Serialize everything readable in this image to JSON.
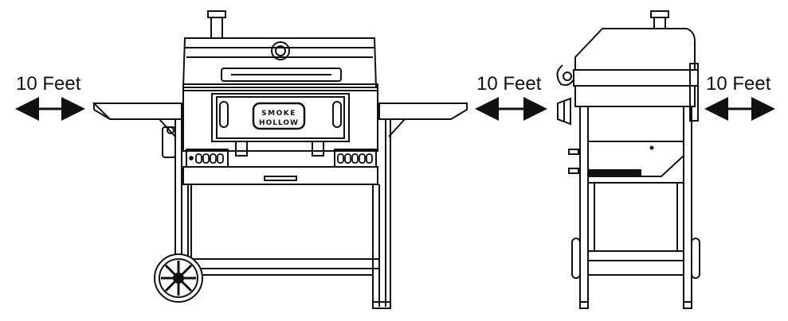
{
  "labels": {
    "left_clearance": "10 Feet",
    "middle_clearance": "10 Feet",
    "right_clearance": "10 Feet"
  },
  "logo": {
    "line1": "SMOKE",
    "line2": "HOLLOW"
  },
  "colors": {
    "ink": "#111111",
    "background": "#ffffff"
  }
}
